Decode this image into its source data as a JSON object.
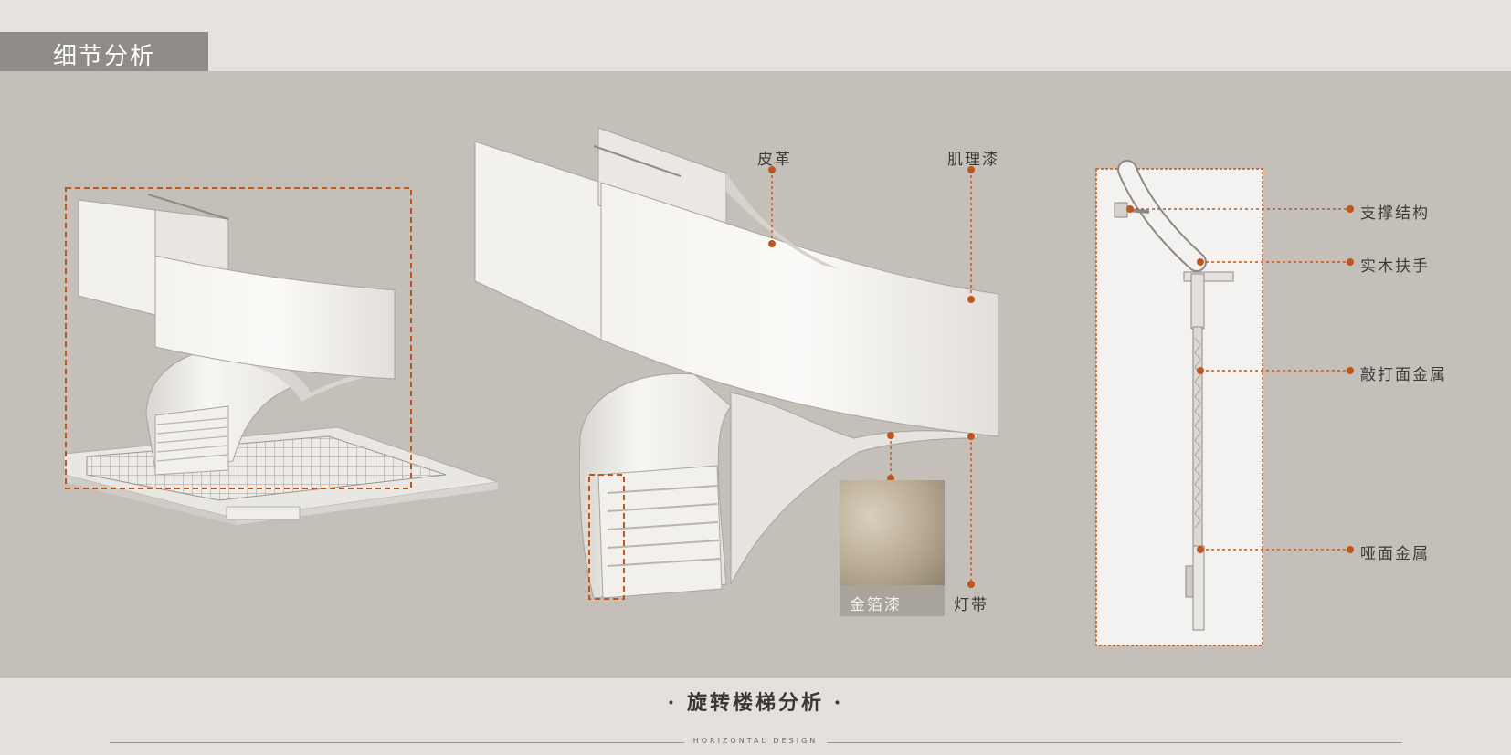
{
  "header": {
    "section_title": "细节分析"
  },
  "labels": {
    "leather": "皮革",
    "texture_paint": "肌理漆",
    "gold_foil_paint": "金箔漆",
    "light_strip": "灯带",
    "support_structure": "支撑结构",
    "wood_handrail": "实木扶手",
    "hammered_metal": "敲打面金属",
    "matte_metal": "哑面金属"
  },
  "caption": "· 旋转楼梯分析 ·",
  "footer": {
    "brand": "HORIZONTAL DESIGN"
  },
  "colors": {
    "accent": "#c0561d",
    "panel": "#c4bfb8",
    "tag": "#8f8c87"
  }
}
